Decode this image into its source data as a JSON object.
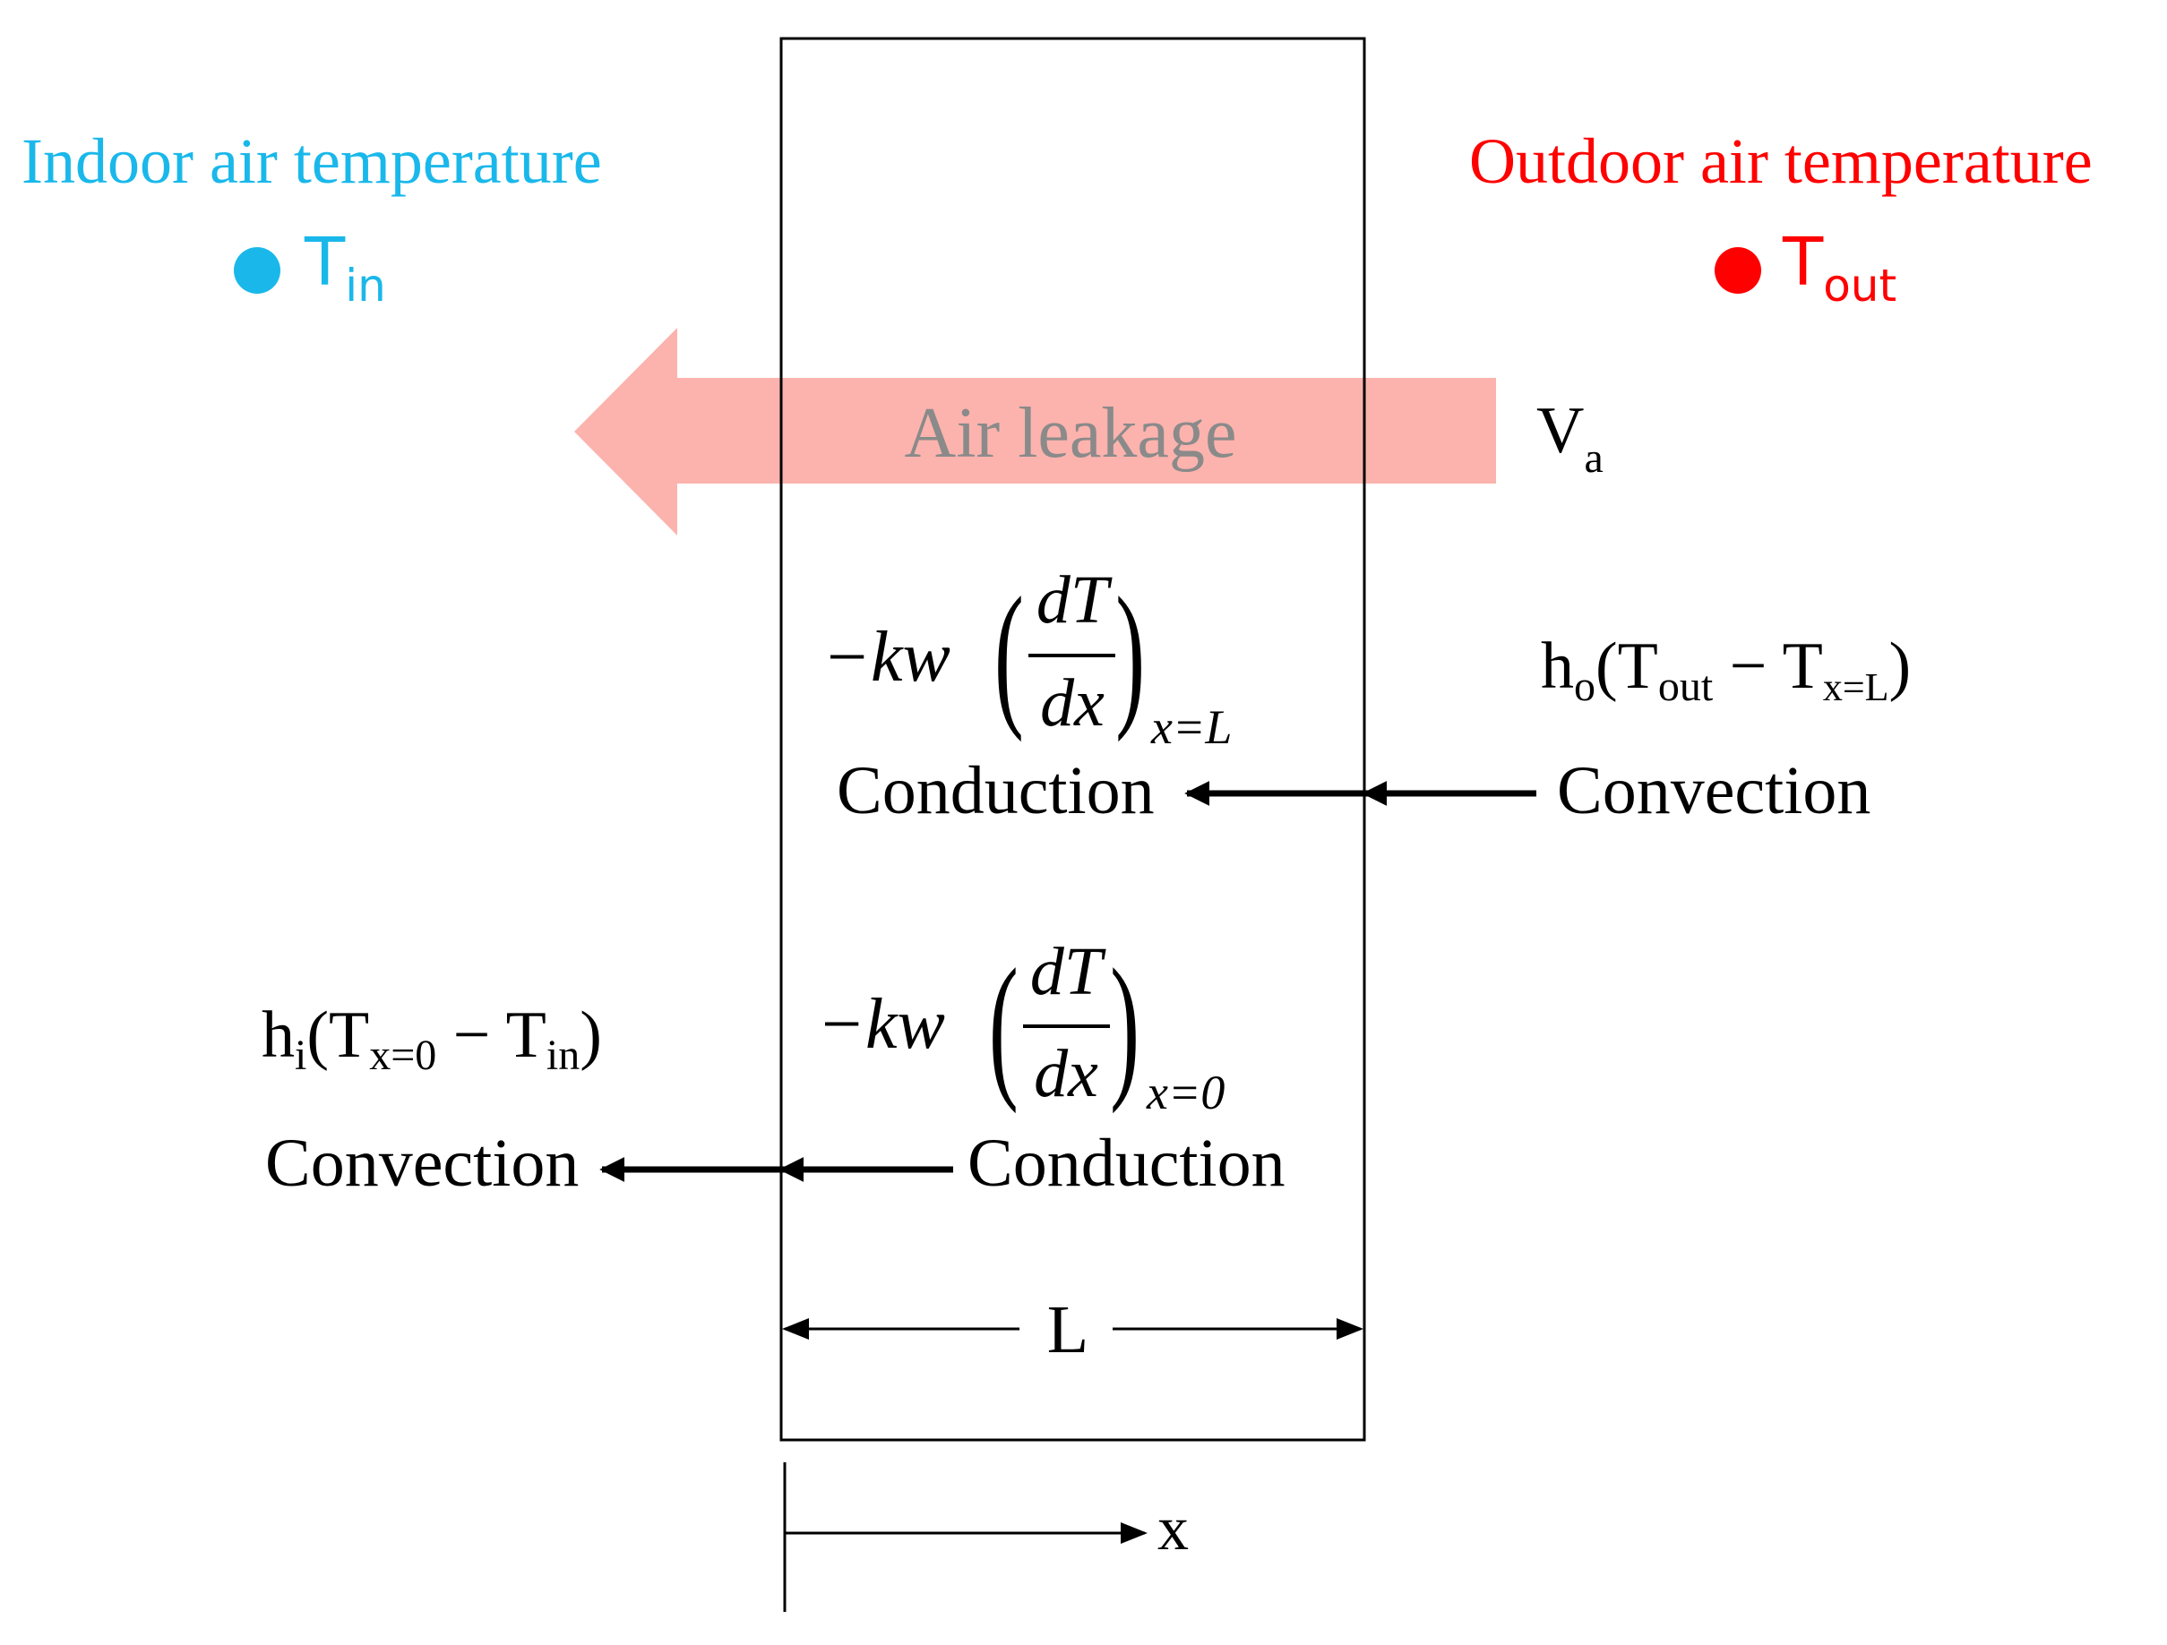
{
  "colors": {
    "indoor": "#1ab8ea",
    "outdoor": "#ff0000",
    "arrow_fill": "#fcb3ad",
    "arrow_text": "#8a8a8a",
    "ink": "#000000"
  },
  "indoor": {
    "label": "Indoor air temperature",
    "symbol": "T",
    "subscript": "in"
  },
  "outdoor": {
    "label": "Outdoor air temperature",
    "symbol": "T",
    "subscript": "out"
  },
  "air_leakage": {
    "label": "Air leakage",
    "symbol": "V",
    "subscript": "a"
  },
  "outer_surface": {
    "conduction_prefix": "−kw",
    "numerator": "dT",
    "denominator": "dx",
    "eval_sub": "x=L",
    "conduction_label": "Conduction",
    "conv_h": "h",
    "conv_h_sub": "o",
    "conv_open": "(T",
    "conv_sub1": "out",
    "conv_minus": " − T",
    "conv_sub2": "x=L",
    "conv_close": ")",
    "convection_label": "Convection"
  },
  "inner_surface": {
    "conduction_prefix": "−kw",
    "numerator": "dT",
    "denominator": "dx",
    "eval_sub": "x=0",
    "conduction_label": "Conduction",
    "conv_h": "h",
    "conv_h_sub": "i",
    "conv_open": "(T",
    "conv_sub1": "x=0",
    "conv_minus": " − T",
    "conv_sub2": "in",
    "conv_close": ")",
    "convection_label": "Convection"
  },
  "dimension": {
    "thickness_label": "L",
    "axis_label": "x"
  }
}
